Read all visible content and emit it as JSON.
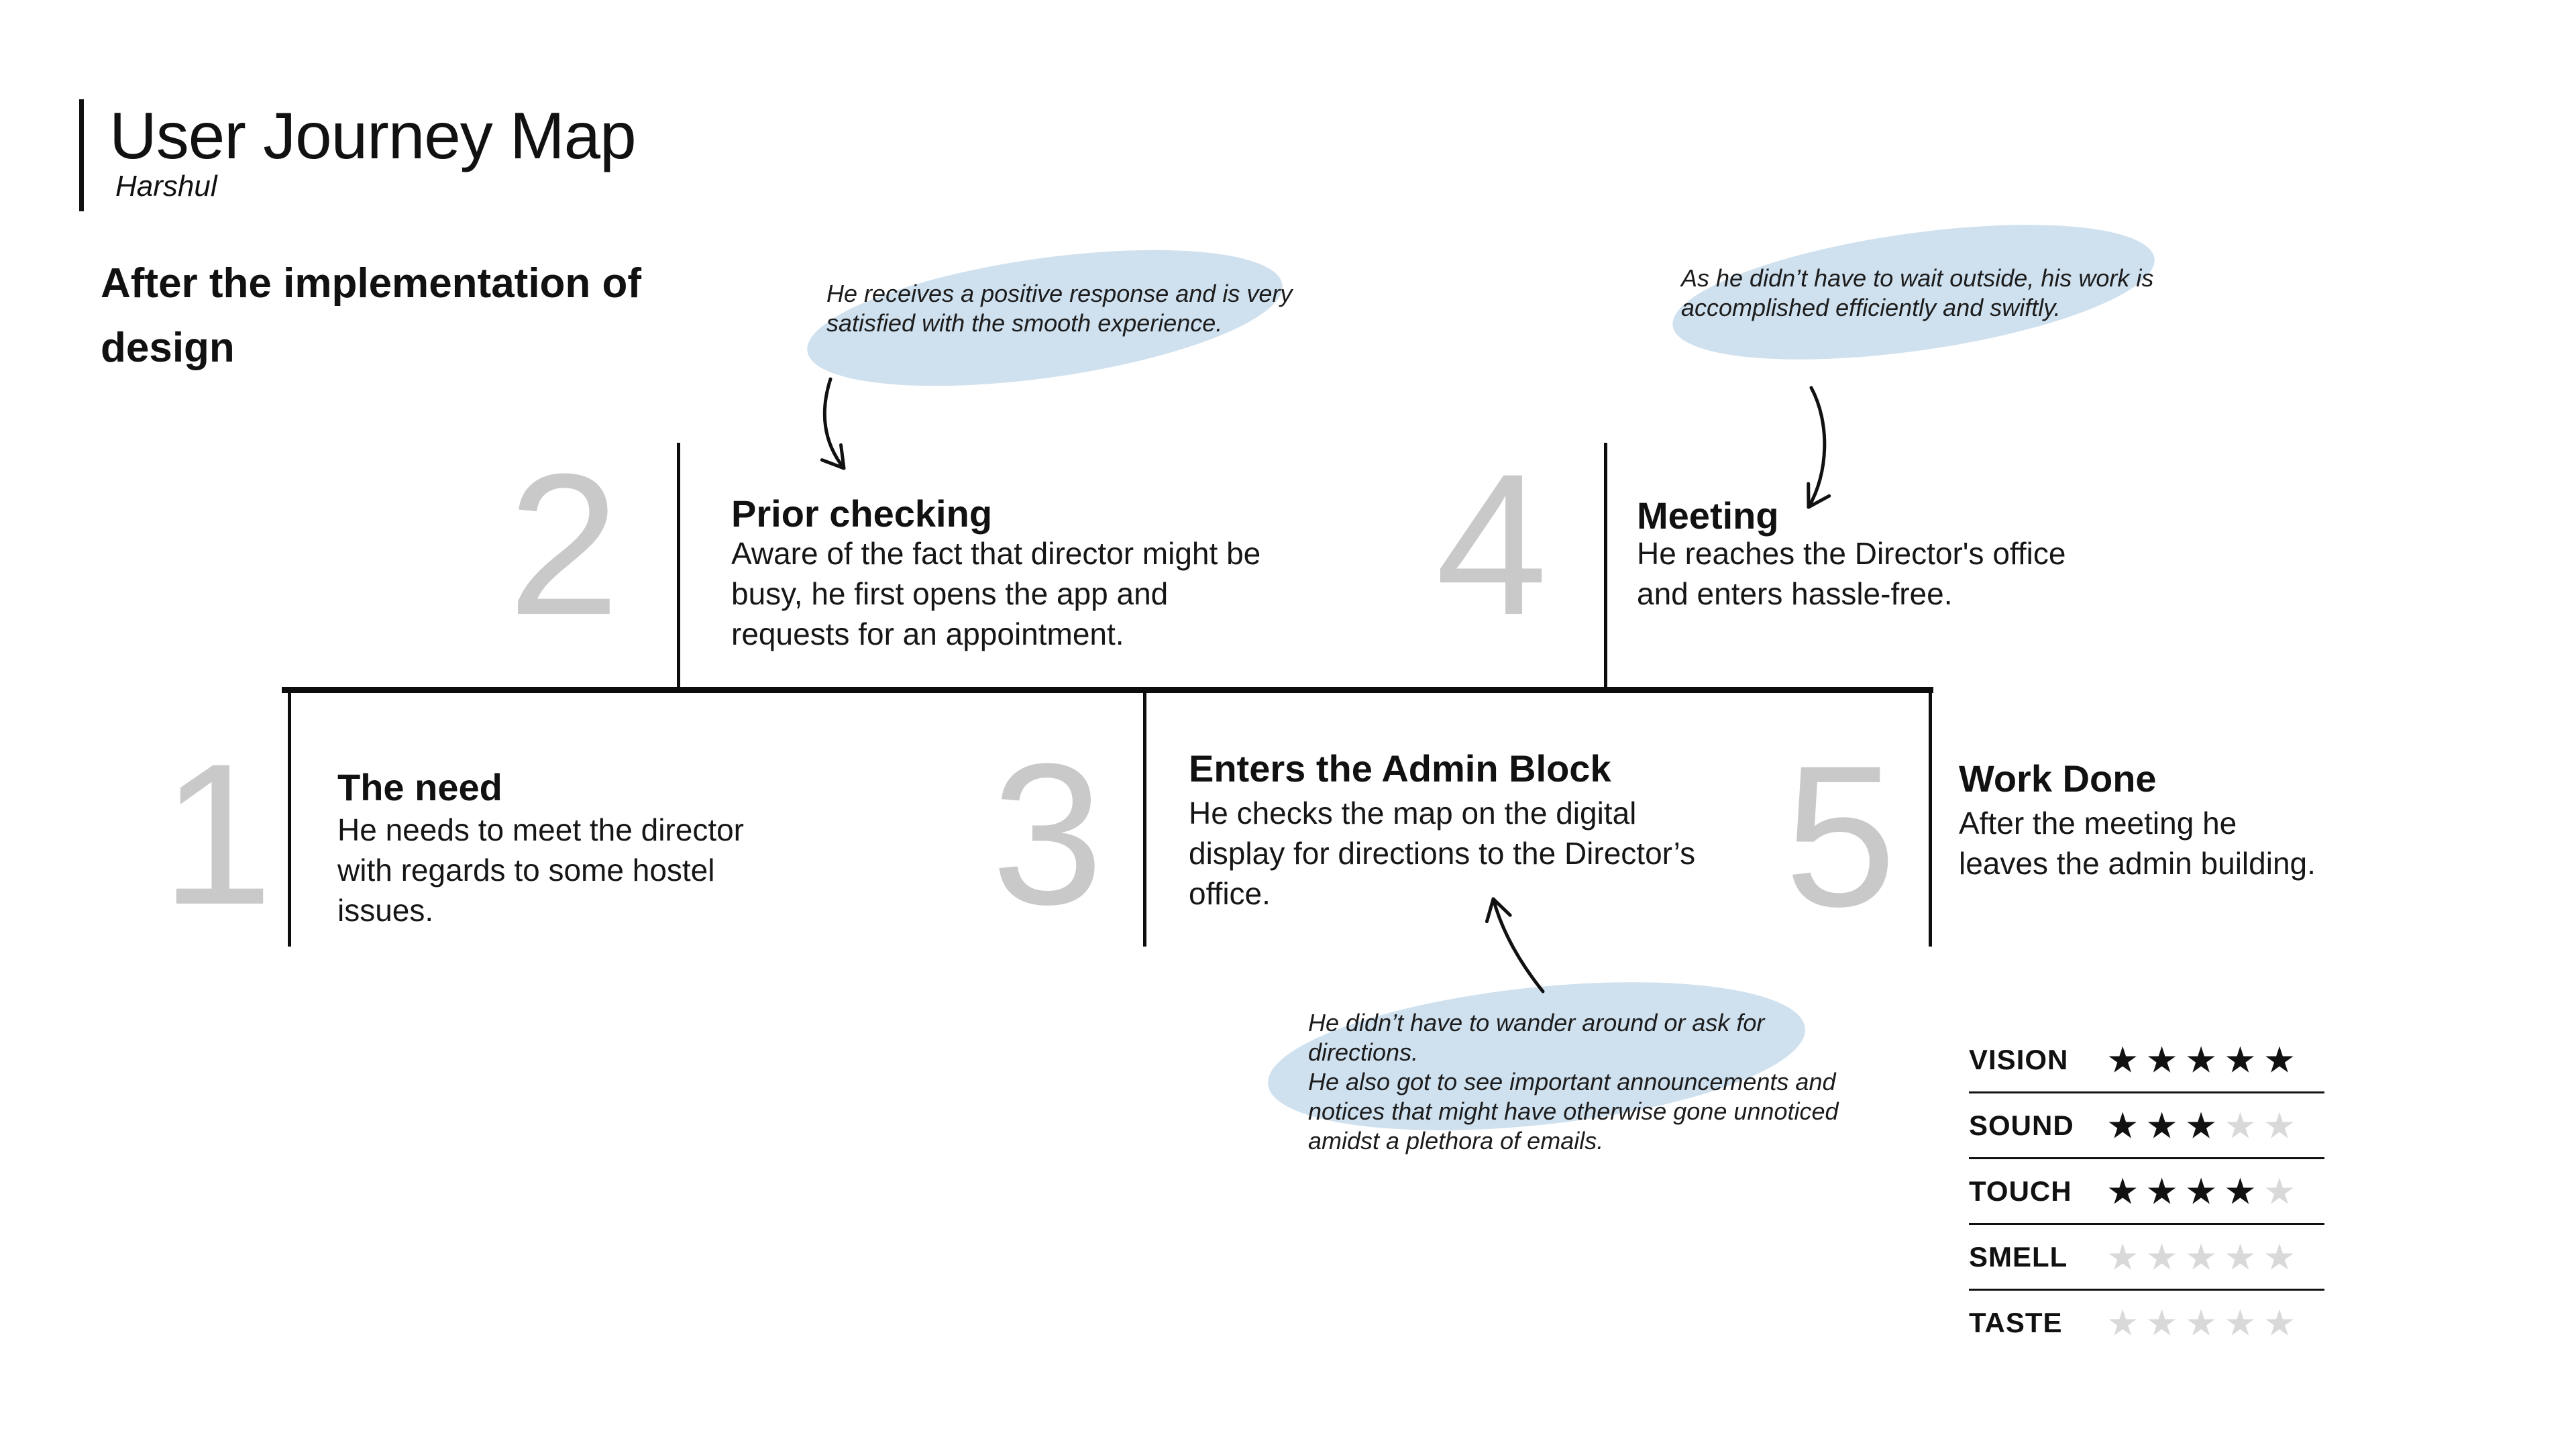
{
  "header": {
    "title": "User Journey Map",
    "author": "Harshul",
    "phase": "After the implementation of design"
  },
  "steps": [
    {
      "number": "1",
      "title": "The need",
      "description": "He needs to meet the director\nwith regards to some hostel\nissues."
    },
    {
      "number": "2",
      "title": "Prior checking",
      "description": "Aware of the fact that director might be\nbusy, he first opens the app and\nrequests for an appointment."
    },
    {
      "number": "3",
      "title": "Enters the Admin Block",
      "description": "He checks the map on the digital\ndisplay for directions to the Director’s\noffice."
    },
    {
      "number": "4",
      "title": "Meeting",
      "description": "He reaches the Director's office\nand enters hassle-free."
    },
    {
      "number": "5",
      "title": "Work Done",
      "description": "After the meeting he\nleaves the admin building."
    }
  ],
  "callouts": [
    {
      "target_step": "2",
      "text": "He receives a positive response and is very\nsatisfied with the smooth experience."
    },
    {
      "target_step": "4",
      "text": "As he didn’t have to wait outside, his work is\naccomplished efficiently and swiftly."
    },
    {
      "target_step": "3",
      "text": "He didn’t have to wander around or ask for directions.\nHe also got to see important announcements and\nnotices that might have otherwise gone unnoticed\namidst a plethora of emails."
    }
  ],
  "senses": {
    "max": 5,
    "star_glyph": "★",
    "rows": [
      {
        "label": "VISION",
        "rating": 5
      },
      {
        "label": "SOUND",
        "rating": 3
      },
      {
        "label": "TOUCH",
        "rating": 4
      },
      {
        "label": "SMELL",
        "rating": 0
      },
      {
        "label": "TASTE",
        "rating": 0
      }
    ]
  },
  "colors": {
    "background": "#ffffff",
    "text": "#111111",
    "line": "#0d0d0d",
    "step_number_gray": "#c9c9c9",
    "callout_blue": "#cfe0ee",
    "star_filled": "#111111",
    "star_empty": "#d9d9d9"
  }
}
